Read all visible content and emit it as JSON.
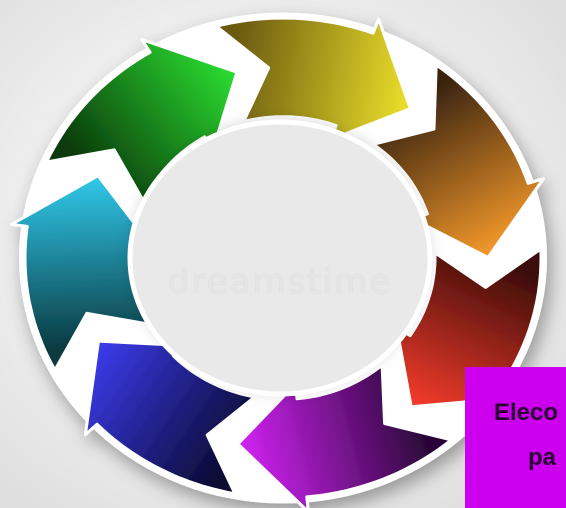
{
  "diagram": {
    "type": "circular-arrow-cycle",
    "arrows": [
      {
        "name": "yellow-arrow",
        "light": "#e8dc2a",
        "dark": "#6b5a10"
      },
      {
        "name": "orange-arrow",
        "light": "#f0962a",
        "dark": "#3a2410"
      },
      {
        "name": "red-arrow",
        "light": "#f03a2a",
        "dark": "#3a0c08"
      },
      {
        "name": "purple-arrow",
        "light": "#cc22ee",
        "dark": "#2a0638"
      },
      {
        "name": "blue-arrow",
        "light": "#3a3ae8",
        "dark": "#0a0a30"
      },
      {
        "name": "cyan-arrow",
        "light": "#30c4e6",
        "dark": "#0a3a40"
      },
      {
        "name": "green-arrow",
        "light": "#2ad830",
        "dark": "#0a3a0a"
      }
    ]
  },
  "watermark": {
    "text": "dreamstime"
  },
  "label_box": {
    "line1": "Eleco",
    "line2": "pa",
    "background": "#cc00ee"
  }
}
